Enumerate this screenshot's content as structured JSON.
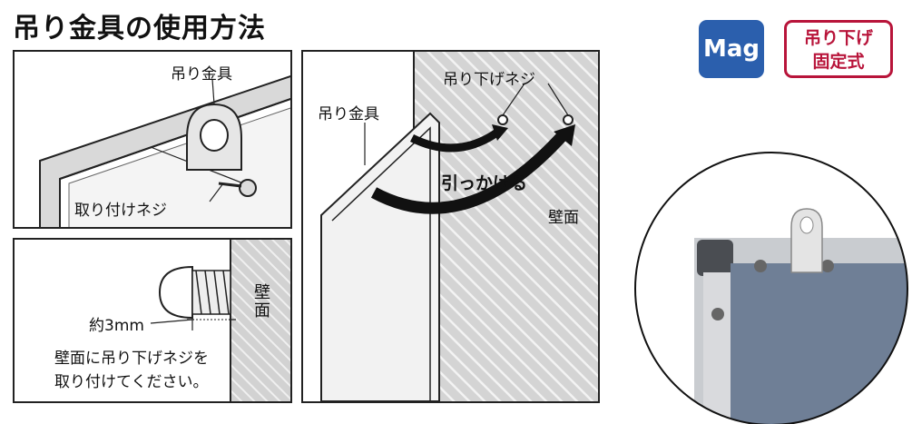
{
  "title": "吊り金具の使用方法",
  "badges": {
    "mag": "Mag",
    "fixed_line1": "吊り下げ",
    "fixed_line2": "固定式"
  },
  "panel1": {
    "hanger_label": "吊り金具",
    "screw_label": "取り付けネジ"
  },
  "panel2": {
    "gap_label": "約3mm",
    "wall_label": "壁面",
    "instruction_line1": "壁面に吊り下げネジを",
    "instruction_line2": "取り付けてください。"
  },
  "panel3": {
    "hanger_label": "吊り金具",
    "screw_label": "吊り下げネジ",
    "hook_label": "引っかける",
    "wall_label": "壁面"
  },
  "colors": {
    "mag_blue": "#2b5fad",
    "fixed_red": "#b8143a",
    "board_gray": "#6f7f96"
  }
}
